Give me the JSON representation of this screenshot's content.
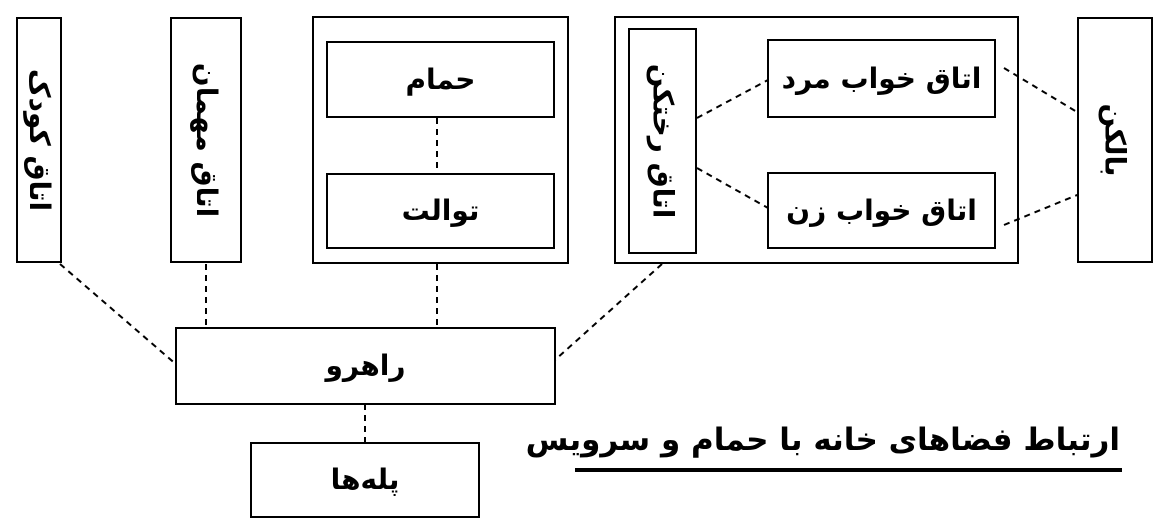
{
  "nodes": {
    "kids_room": "اتاق کودک",
    "guest_room": "اتاق مهمان",
    "bath": "حمام",
    "toilet": "توالت",
    "dressing": "اتاق رختکن",
    "bedroom_man": "اتاق خواب مرد",
    "bedroom_woman": "اتاق خواب زن",
    "balcony": "بالکن",
    "hallway": "راهرو",
    "stairs": "پله‌ها"
  },
  "caption": "ارتباط فضاهای خانه با حمام و سرویس",
  "colors": {
    "stroke": "#000000",
    "background": "#ffffff"
  }
}
